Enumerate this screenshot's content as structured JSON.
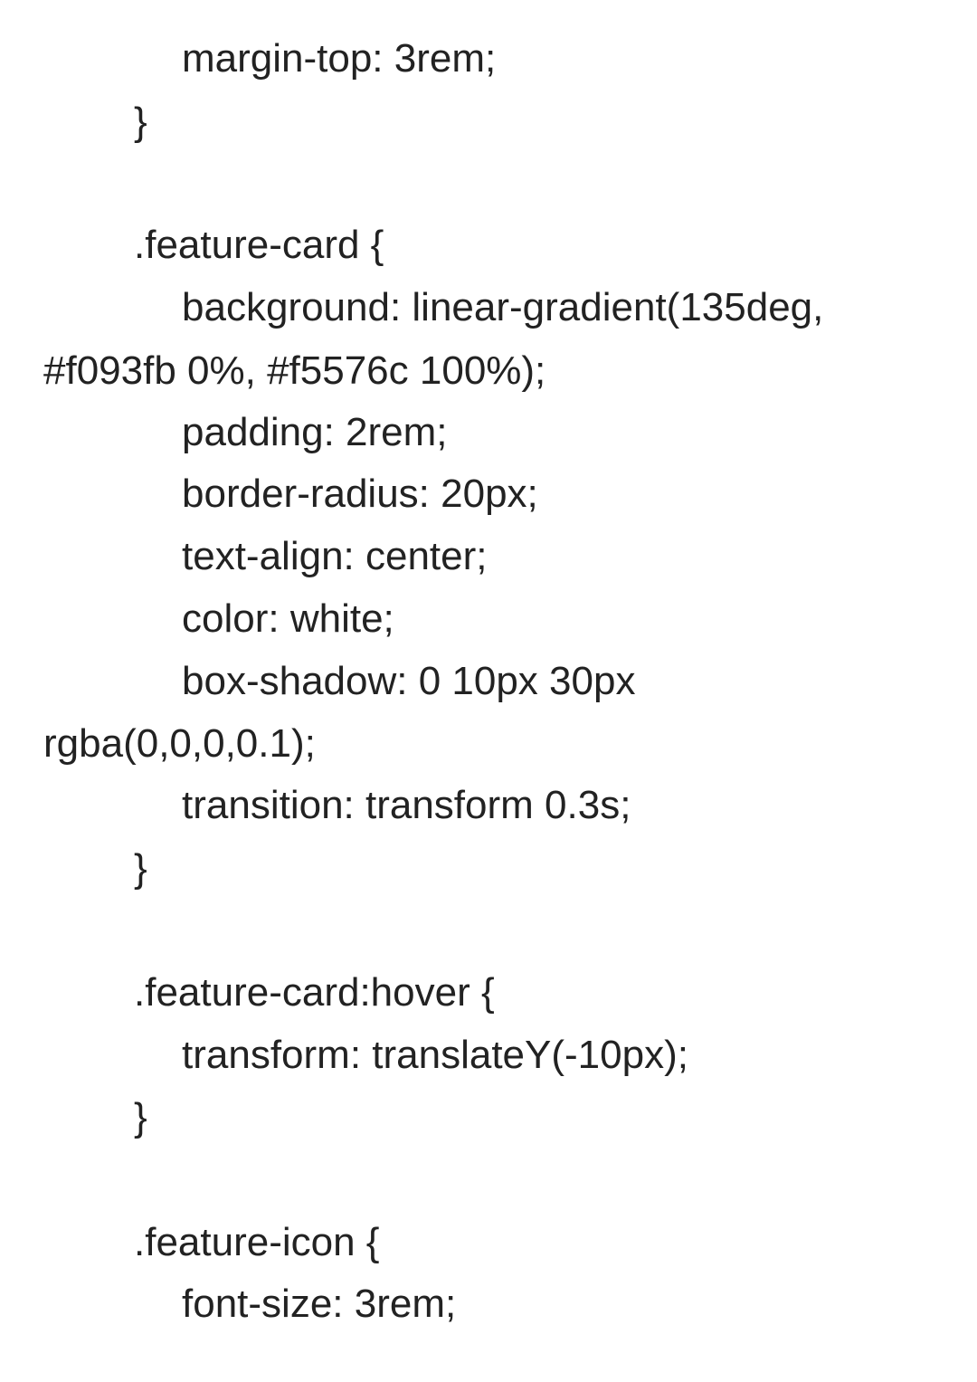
{
  "document": {
    "lines": [
      "margin-top: 3rem;",
      "}",
      ".feature-card {",
      "background: linear-gradient(135deg,",
      "#f093fb 0%, #f5576c 100%);",
      "padding: 2rem;",
      "border-radius: 20px;",
      "text-align: center;",
      "color: white;",
      "box-shadow: 0 10px 30px",
      "rgba(0,0,0,0.1);",
      "transition: transform 0.3s;",
      "}",
      ".feature-card:hover {",
      "transform: translateY(-10px);",
      "}",
      ".feature-icon {",
      "font-size: 3rem;"
    ]
  }
}
